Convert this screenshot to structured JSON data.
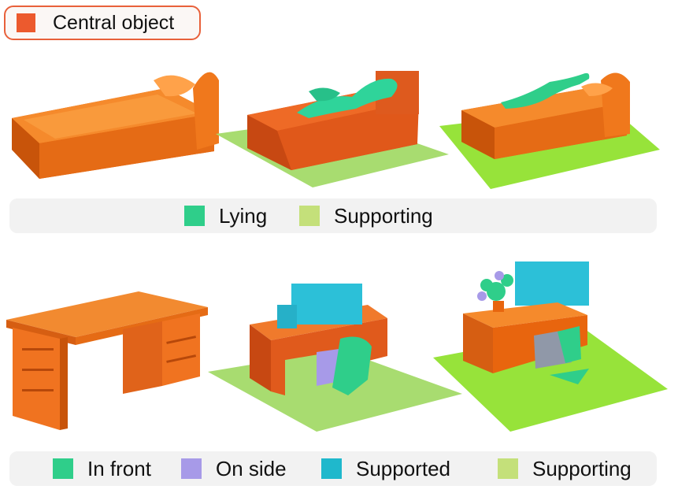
{
  "legend_top": {
    "central_label": "Central object",
    "central_color": "#ec5a2e"
  },
  "row1": {
    "legend": [
      {
        "label": "Lying",
        "color": "#2fce8a"
      },
      {
        "label": "Supporting",
        "color": "#c4e07a"
      }
    ]
  },
  "row2": {
    "legend": [
      {
        "label": "In front",
        "color": "#2fce8a"
      },
      {
        "label": "On side",
        "color": "#a79ae8"
      },
      {
        "label": "Supported",
        "color": "#1fb8cc"
      },
      {
        "label": "Supporting",
        "color": "#c4e07a"
      }
    ]
  },
  "colors": {
    "orange": "#f47a20",
    "orange_dark": "#d95f10",
    "green_lying": "#2fce8a",
    "green_ground": "#95e03a",
    "cyan": "#2cc0d8",
    "purple": "#a79ae8"
  }
}
